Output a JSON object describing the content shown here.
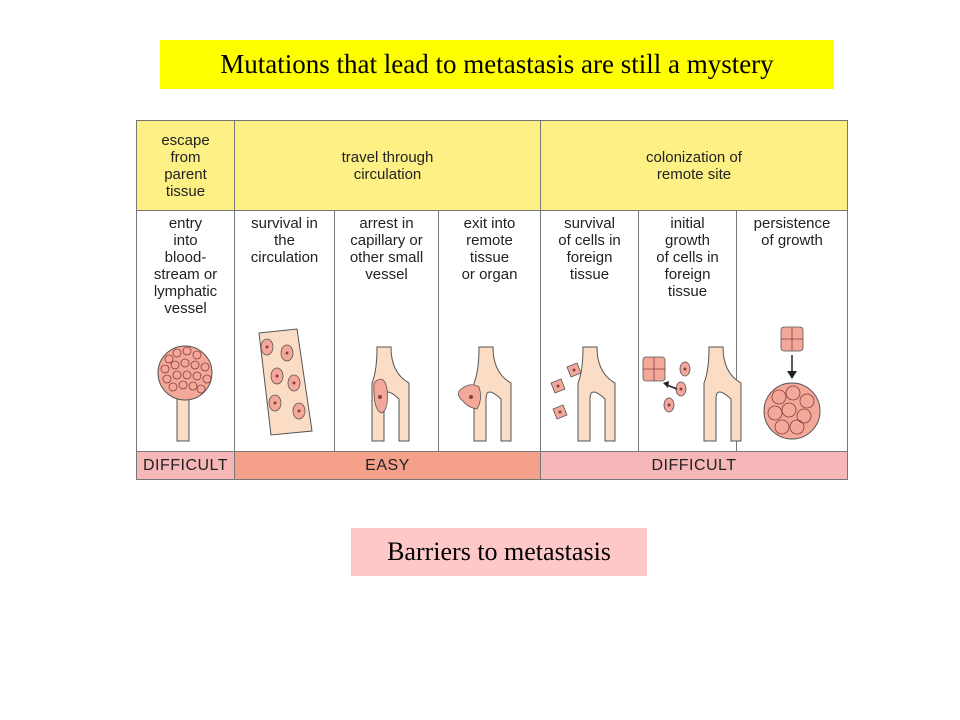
{
  "title": "Mutations that lead to metastasis are still a mystery",
  "caption": "Barriers to metastasis",
  "colors": {
    "title_bg": "#ffff00",
    "caption_bg": "#ffc8c8",
    "header_bg": "#fdf085",
    "easy_bg": "#f4a08a",
    "difficult_bg": "#f6b7b9",
    "cell_fill": "#f3a89a",
    "vessel_fill": "#fbdcc4"
  },
  "headers": [
    {
      "label": "escape\nfrom\nparent\ntissue"
    },
    {
      "label": "travel through\ncirculation"
    },
    {
      "label": "colonization of\nremote site"
    }
  ],
  "steps": [
    {
      "label": "entry\ninto\nblood-\nstream or\nlymphatic\nvessel"
    },
    {
      "label": "survival in\nthe\ncirculation"
    },
    {
      "label": "arrest in\ncapillary or\nother small\nvessel"
    },
    {
      "label": "exit into\nremote\ntissue\nor organ"
    },
    {
      "label": "survival\nof cells in\nforeign\ntissue"
    },
    {
      "label": "initial\ngrowth\nof cells in\nforeign\ntissue"
    },
    {
      "label": "persistence\nof growth"
    }
  ],
  "difficulty": [
    {
      "label": "DIFFICULT",
      "level": "difficult"
    },
    {
      "label": "EASY",
      "level": "easy"
    },
    {
      "label": "DIFFICULT",
      "level": "difficult"
    }
  ]
}
